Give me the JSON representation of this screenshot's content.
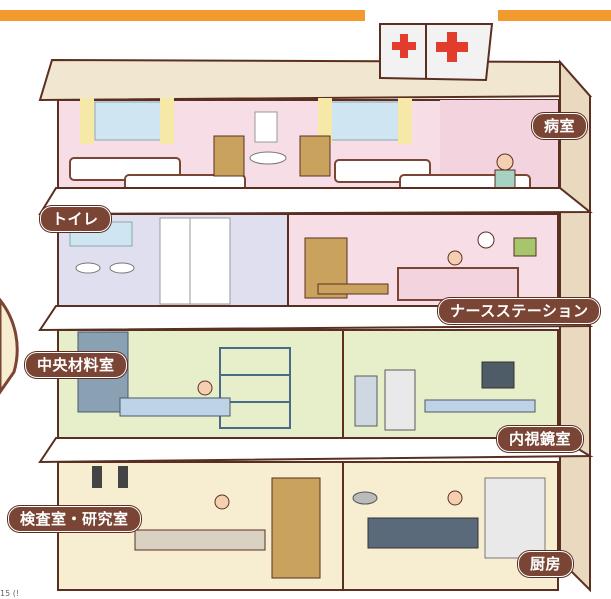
{
  "colors": {
    "accent_orange": "#f29a2e",
    "wall_brown": "#7a4535",
    "label_bg": "#7a4535",
    "cross_red": "#e23c2c",
    "room_pink": "#f7dde6",
    "room_lavender": "#dfdff0",
    "room_green": "#e6efc9",
    "room_cream": "#f7eed2"
  },
  "floors": {
    "floor5": {
      "room_left": {
        "label": ""
      },
      "room_right": {
        "label": "病室"
      }
    },
    "floor4": {
      "room_left": {
        "label": "トイレ"
      },
      "room_right": {
        "label": "ナースステーション"
      }
    },
    "floor3": {
      "room_left": {
        "label": "中央材料室"
      },
      "room_right": {
        "label": "内視鏡室"
      }
    },
    "floor2": {
      "room_left": {
        "label": "検査室・研究室"
      },
      "room_right": {
        "label": "厨房"
      }
    }
  },
  "icons": [
    "first-aid-cross-icon"
  ],
  "corner_text": "15 (!"
}
